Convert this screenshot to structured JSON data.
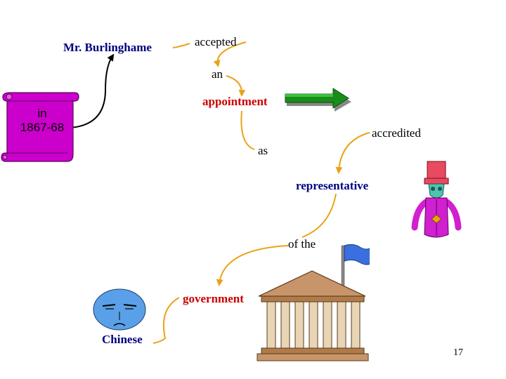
{
  "words": {
    "subject": "Mr. Burlinghame",
    "verb": "accepted",
    "article": "an",
    "object": "appointment",
    "time_prefix": "in",
    "time_years": "1867-68",
    "participle": "accredited",
    "preposition_as": "as",
    "role": "representative",
    "preposition_of": "of the",
    "nationality": "Chinese",
    "noun_government": "government"
  },
  "page_number": "17",
  "icons": [
    "scroll-icon",
    "green-arrow-icon",
    "official-figure-icon",
    "flag-icon",
    "government-building-icon",
    "chinese-face-icon"
  ],
  "colors": {
    "connector": "#e8a317",
    "black_connector": "#000000",
    "scroll": "#cc00cc",
    "arrow": "#1a8c1a",
    "figure_hat": "#e84a5f",
    "figure_face": "#4fc3b0",
    "figure_body": "#d020d0",
    "flag": "#3b6fe0",
    "building_roof": "#c8956a",
    "face": "#5aa0e8"
  }
}
